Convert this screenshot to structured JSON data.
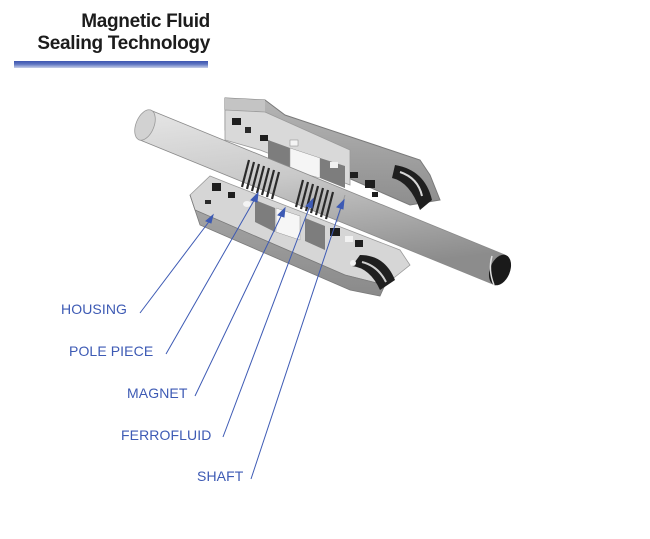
{
  "title": {
    "line1": "Magnetic Fluid",
    "line2": "Sealing Technology"
  },
  "labels": [
    {
      "id": "housing",
      "text": "HOUSING"
    },
    {
      "id": "pole-piece",
      "text": "POLE PIECE"
    },
    {
      "id": "magnet",
      "text": "MAGNET"
    },
    {
      "id": "ferrofluid",
      "text": "FERROFLUID"
    },
    {
      "id": "shaft",
      "text": "SHAFT"
    }
  ],
  "colors": {
    "label_text": "#3d5ab4",
    "leader_line": "#3d5ab4",
    "title_text": "#1c1c1c",
    "title_bar": "#3d55b0"
  }
}
